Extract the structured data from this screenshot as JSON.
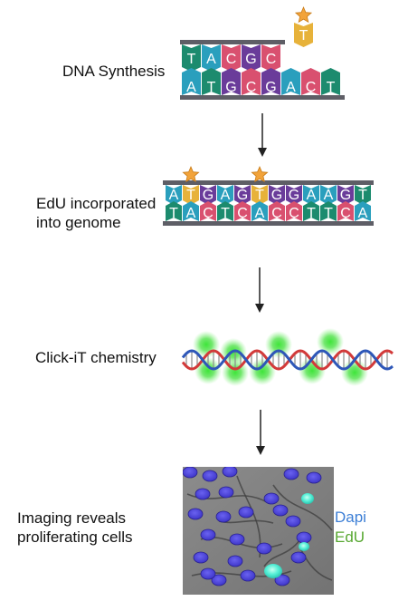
{
  "steps": [
    {
      "label": "DNA Synthesis"
    },
    {
      "label_line1": "EdU incorporated",
      "label_line2": "into genome"
    },
    {
      "label": "Click-iT chemistry"
    },
    {
      "label_line1": "Imaging reveals",
      "label_line2": "proliferating cells"
    }
  ],
  "synthesis": {
    "top_bases": [
      "T",
      "A",
      "C",
      "G",
      "C"
    ],
    "bottom_bases": [
      "A",
      "T",
      "G",
      "C",
      "G",
      "A",
      "C",
      "T"
    ],
    "incoming_base": "T"
  },
  "incorporated": {
    "top_bases": [
      "A",
      "T",
      "G",
      "A",
      "G",
      "T",
      "G",
      "G",
      "A",
      "A",
      "G",
      "T"
    ],
    "bottom_bases": [
      "T",
      "A",
      "C",
      "T",
      "C",
      "A",
      "C",
      "C",
      "T",
      "T",
      "C",
      "A"
    ],
    "edu_positions": [
      1,
      5
    ]
  },
  "legend": {
    "dapi": "Dapi",
    "edu": "EdU",
    "dapi_color": "#3d7fd6",
    "edu_color": "#58a832"
  },
  "base_colors": {
    "A": "#2a9fbd",
    "T": "#1c8b6e",
    "G": "#6a3c9a",
    "C": "#d9506f",
    "EdU": "#e7b23a"
  },
  "icons": [
    "star-icon",
    "arrow-down-icon",
    "dna-helix-icon",
    "microscopy-image"
  ]
}
